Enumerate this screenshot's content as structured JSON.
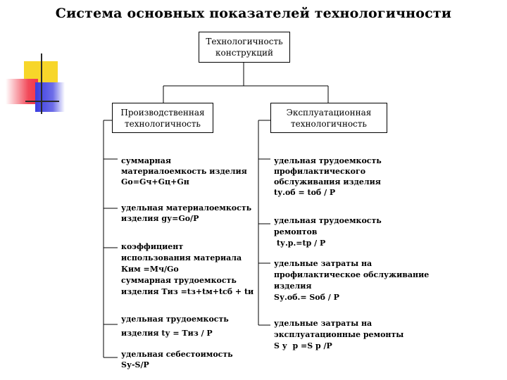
{
  "title": "Система основных показателей технологичности",
  "root": {
    "line1": "Технологичность",
    "line2": "конструкций"
  },
  "left": {
    "header": {
      "line1": "Производственная",
      "line2": "технологичность"
    },
    "items": [
      {
        "lines": [
          "суммарная",
          "материалоемкость изделия",
          "Gо=Gч+Gц+Gн"
        ]
      },
      {
        "lines": [
          "удельная материалоемкость",
          "изделия gу=Gо/Р"
        ]
      },
      {
        "lines": [
          "коэффициент",
          "использования материала",
          "Ким =Мч/Gо",
          "суммарная трудоемкость",
          "изделия Тиз =tз+tм+tсб + tи"
        ]
      },
      {
        "lines": [
          "удельная трудоемкость",
          "изделия tу =  Тиз / Р"
        ]
      },
      {
        "lines": [
          "удельная себестоимость",
          "Sу-S/P"
        ]
      }
    ]
  },
  "right": {
    "header": {
      "line1": "Эксплуатационная",
      "line2": "технологичность"
    },
    "items": [
      {
        "lines": [
          "удельная трудоемкость",
          "профилактического",
          "обслуживания  изделия",
          "tу.об = tоб / Р"
        ]
      },
      {
        "lines": [
          "удельная трудоемкость",
          "ремонтов",
          " tу.р.=tр / Р"
        ]
      },
      {
        "lines": [
          "удельные затраты на",
          "профилактическое обслуживание",
          "изделия",
          "Sу.об.= Sоб / Р"
        ]
      },
      {
        "lines": [
          "удельные затраты на",
          "эксплуатационные ремонты",
          "S у  р =S р /Р"
        ]
      }
    ]
  }
}
